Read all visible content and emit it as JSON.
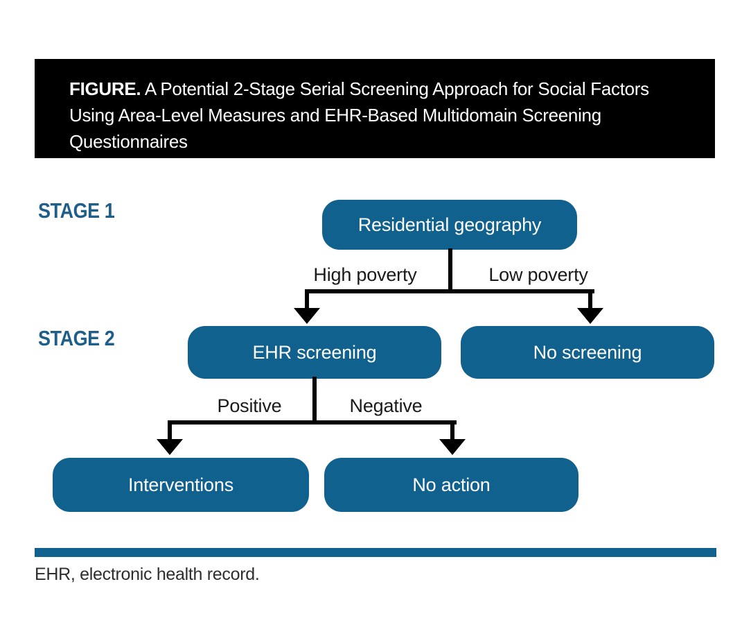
{
  "figure": {
    "title_label": "FIGURE.",
    "title_text": " A Potential 2-Stage Serial Screening Approach for Social Factors Using Area-Level Measures and EHR-Based Multidomain Screening Questionnaires",
    "footnote": "EHR, electronic health record."
  },
  "stages": {
    "stage1": "STAGE 1",
    "stage2": "STAGE 2"
  },
  "nodes": {
    "residential_geography": "Residential geography",
    "ehr_screening": "EHR screening",
    "no_screening": "No screening",
    "interventions": "Interventions",
    "no_action": "No action"
  },
  "edges": {
    "high_poverty": "High poverty",
    "low_poverty": "Low poverty",
    "positive": "Positive",
    "negative": "Negative"
  },
  "structure": [
    {
      "from": "Residential geography",
      "label": "High poverty",
      "to": "EHR screening"
    },
    {
      "from": "Residential geography",
      "label": "Low poverty",
      "to": "No screening"
    },
    {
      "from": "EHR screening",
      "label": "Positive",
      "to": "Interventions"
    },
    {
      "from": "EHR screening",
      "label": "Negative",
      "to": "No action"
    }
  ],
  "colors": {
    "node_blue": "#11618F",
    "stage_label_blue": "#1E5E8A",
    "header_bg": "#000000",
    "header_text": "#FFFFFF",
    "divider_blue": "#11618F",
    "line_black": "#000000"
  }
}
